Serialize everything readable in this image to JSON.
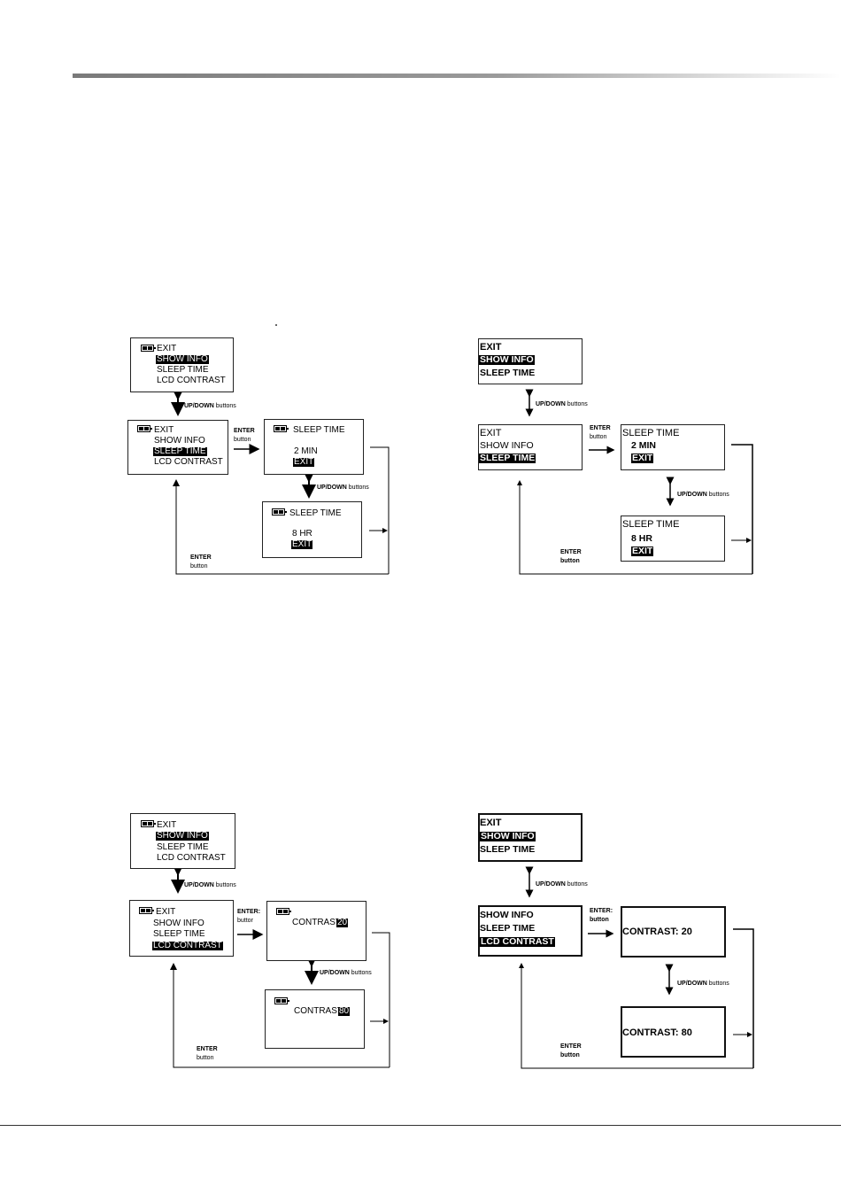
{
  "menu": {
    "exit": "EXIT",
    "show_info": "SHOW INFO",
    "sleep_time": "SLEEP TIME",
    "lcd_contrast": "LCD CONTRAST"
  },
  "sleep": {
    "title": "SLEEP TIME",
    "value_a": "2 MIN",
    "value_b": "8 HR",
    "exit": "EXIT"
  },
  "contrast": {
    "label": "CONTRAST:",
    "value_a": "20",
    "value_b": "80",
    "full_a": "CONTRAST: 20",
    "full_b": "CONTRAST: 80"
  },
  "labels": {
    "updown_bold": "UP/DOWN",
    "updown_rest": " buttons",
    "enter": "ENTER",
    "button": "button",
    "enter_cut": "ENTER:",
    "button_cut": "buttor"
  }
}
